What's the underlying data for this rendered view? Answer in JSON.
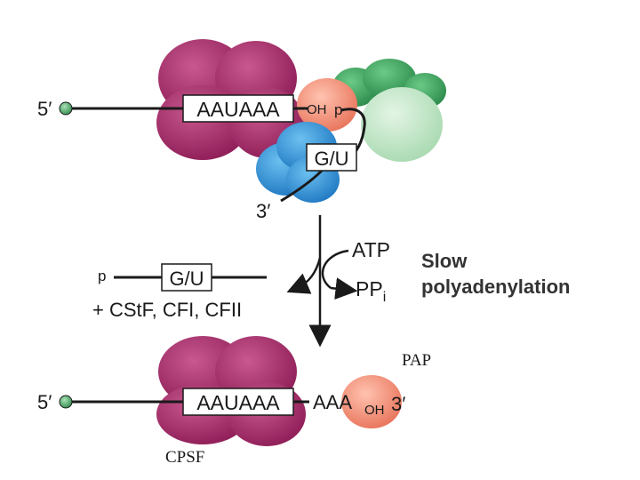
{
  "top_complex": {
    "five_prime": "5′",
    "signal": "AAUAAA",
    "oh": "OH",
    "p": "p",
    "gu": "G/U",
    "three_prime": "3′"
  },
  "middle": {
    "p": "p",
    "gu": "G/U",
    "released_factors": "+ CStF, CFI, CFII",
    "atp": "ATP",
    "ppi_main": "PP",
    "ppi_sub": "i",
    "slow_line1": "Slow",
    "slow_line2": "polyadenylation"
  },
  "bottom_complex": {
    "five_prime": "5′",
    "signal": "AAUAAA",
    "tail": "AAA",
    "oh": "OH",
    "three_prime": "3′",
    "pap_label": "PAP",
    "cpsf_label": "CPSF"
  },
  "colors": {
    "cpsf_magenta": "#9c2463",
    "cpsf_highlight": "#c45a8d",
    "pap_salmon": "#f2957c",
    "cstf_blue": "#2e8fd6",
    "cf_green": "#3ea35f",
    "cf_light_green": "#bfe5c5",
    "rna_line": "#1a1a1a",
    "cap_green": "#4caf6a"
  }
}
